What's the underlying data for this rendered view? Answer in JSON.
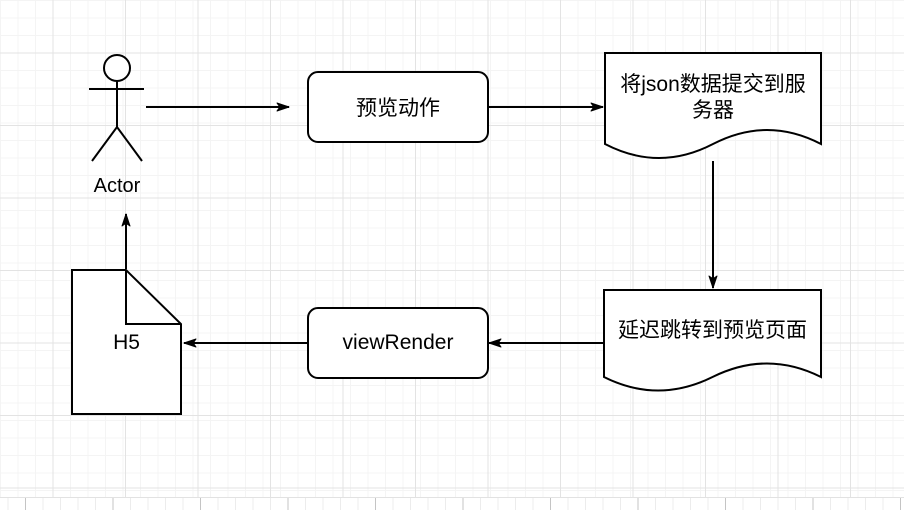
{
  "canvas": {
    "type": "drawio-grid-canvas",
    "background_color": "#ffffff",
    "grid_minor_color": "#f4f4f4",
    "grid_major_color": "#e3e3e3",
    "page_edge_tick_color": "#c4c4c4",
    "shape_stroke_color": "#000000",
    "shape_fill_color": "#ffffff"
  },
  "diagram": {
    "nodes": [
      {
        "id": "actor",
        "type": "actor-stick-figure",
        "label": "Actor"
      },
      {
        "id": "preview-action",
        "type": "rounded-rectangle",
        "label": "预览动作"
      },
      {
        "id": "submit-json",
        "type": "document",
        "label": "将json数据提交到服务器",
        "label_lines": [
          "将json数据提交到服",
          "务器"
        ]
      },
      {
        "id": "delay-redirect",
        "type": "document",
        "label": "延迟跳转到预览页面"
      },
      {
        "id": "view-render",
        "type": "rounded-rectangle",
        "label": "viewRender"
      },
      {
        "id": "h5",
        "type": "note-folded-corner",
        "label": "H5"
      }
    ],
    "edges": [
      {
        "from": "actor",
        "to": "preview-action",
        "direction": "right"
      },
      {
        "from": "preview-action",
        "to": "submit-json",
        "direction": "right"
      },
      {
        "from": "submit-json",
        "to": "delay-redirect",
        "direction": "down"
      },
      {
        "from": "delay-redirect",
        "to": "view-render",
        "direction": "left"
      },
      {
        "from": "view-render",
        "to": "h5",
        "direction": "left"
      },
      {
        "from": "h5",
        "to": "actor",
        "direction": "up"
      }
    ]
  }
}
